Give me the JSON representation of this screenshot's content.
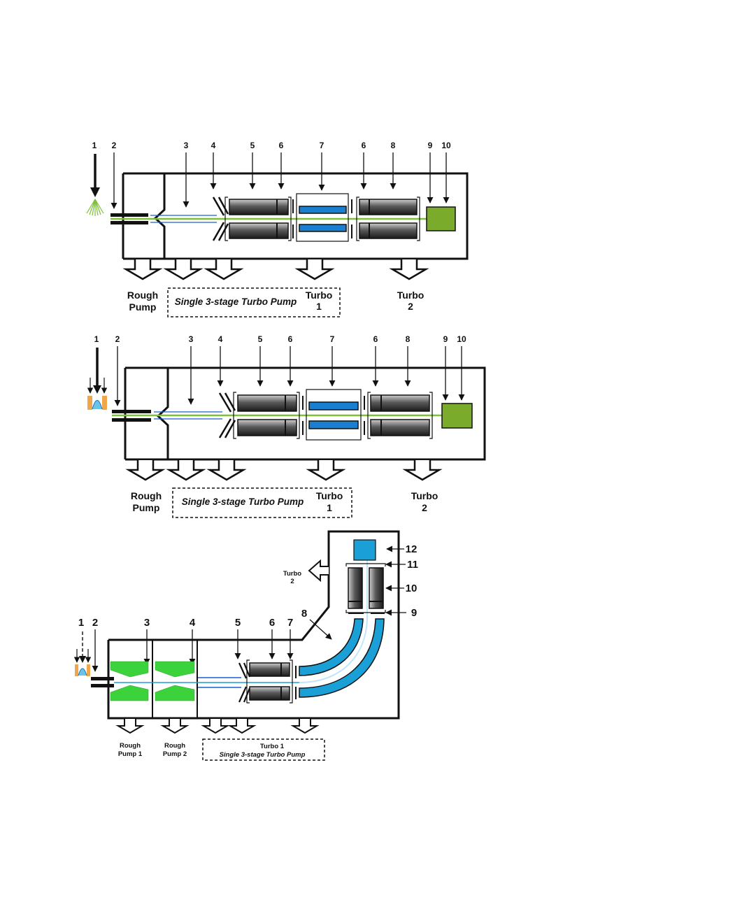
{
  "colors": {
    "ion_beam": "#7fbf3a",
    "detector_green": "#7aab2a",
    "lens_blue": "#1a7fd0",
    "detector_blue": "#1a9fd6",
    "funnel_green": "#3cd23c",
    "housing_black": "#111111"
  },
  "diagram_a": {
    "numbers": [
      "1",
      "2",
      "3",
      "4",
      "5",
      "6",
      "7",
      "6",
      "8",
      "9",
      "10"
    ],
    "labels": {
      "rough_pump_1": "Rough",
      "rough_pump_2": "Pump",
      "turbo_pump": "Single 3-stage Turbo Pump",
      "turbo1_1": "Turbo",
      "turbo1_2": "1",
      "turbo2_1": "Turbo",
      "turbo2_2": "2"
    }
  },
  "diagram_b": {
    "numbers": [
      "1",
      "2",
      "3",
      "4",
      "5",
      "6",
      "7",
      "6",
      "8",
      "9",
      "10"
    ],
    "labels": {
      "rough_pump_1": "Rough",
      "rough_pump_2": "Pump",
      "turbo_pump": "Single 3-stage Turbo Pump",
      "turbo1_1": "Turbo",
      "turbo1_2": "1",
      "turbo2_1": "Turbo",
      "turbo2_2": "2"
    }
  },
  "diagram_c": {
    "numbers": [
      "1",
      "2",
      "3",
      "4",
      "5",
      "6",
      "7",
      "8",
      "9",
      "10",
      "11",
      "12"
    ],
    "labels": {
      "rough1_1": "Rough",
      "rough1_2": "Pump 1",
      "rough2_1": "Rough",
      "rough2_2": "Pump 2",
      "turbo1": "Turbo 1",
      "turbo_pump": "Single 3-stage Turbo Pump",
      "turbo2_1": "Turbo",
      "turbo2_2": "2"
    }
  }
}
